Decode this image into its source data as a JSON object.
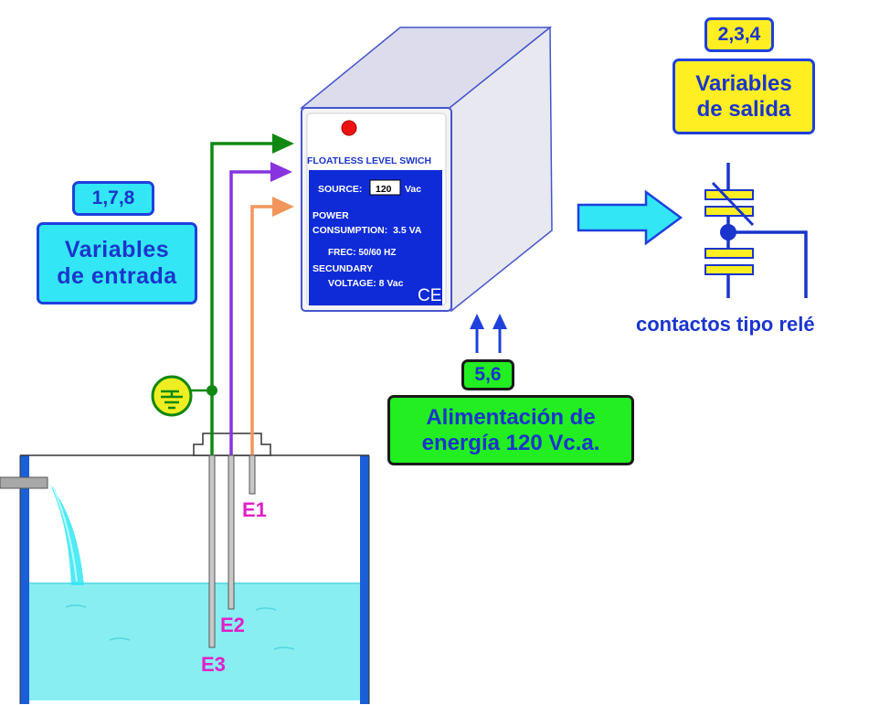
{
  "relay": {
    "brand": "FLOATLESS LEVEL SWICH",
    "source_label": "SOURCE:",
    "source_value": "120",
    "source_unit": "Vac",
    "power_line1": "POWER",
    "power_line2": "CONSUMPTION:  3.5 VA",
    "frec": "FREC: 50/60 HZ",
    "secundary_line1": "SECUNDARY",
    "secundary_line2": "VOLTAGE: 8 Vac",
    "ce_mark": "CE"
  },
  "inputs": {
    "badge": "1,7,8",
    "title_line1": "Variables",
    "title_line2": "de entrada"
  },
  "outputs": {
    "badge": "2,3,4",
    "title_line1": "Variables",
    "title_line2": "de salida",
    "contacts_label": "contactos tipo relé"
  },
  "power": {
    "badge": "5,6",
    "title_line1": "Alimentación de",
    "title_line2": "energía 120 Vc.a."
  },
  "electrodes": {
    "e1": "E1",
    "e2": "E2",
    "e3": "E3"
  },
  "colors": {
    "wire_ground": "#118811",
    "wire_e2": "#8833dd",
    "wire_e1": "#f2955a",
    "electrode_label": "#e020c8",
    "water": "#88eef2",
    "tank_wall": "#1a5fd8",
    "relay_panel": "#0f2bd8",
    "box_cyan": "#33e6f5",
    "box_yellow": "#ffee22",
    "box_green": "#22ee22",
    "border_blue": "#1e40dd",
    "relay_blue": "#1a35cc"
  }
}
